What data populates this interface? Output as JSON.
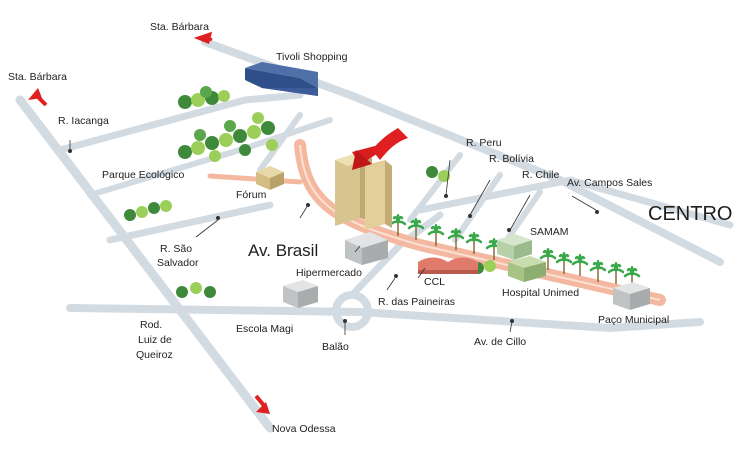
{
  "labels": {
    "sta_barbara_top": "Sta. Bárbara",
    "sta_barbara_left": "Sta. Bárbara",
    "tivoli_shopping": "Tivoli Shopping",
    "r_iacanga": "R. Iacanga",
    "parque_ecologico": "Parque Ecológico",
    "r_peru": "R. Peru",
    "r_bolivia": "R. Bolívia",
    "r_chile": "R. Chile",
    "av_campos_sales": "Av. Campos Sales",
    "centro": "CENTRO",
    "forum": "Fórum",
    "samam": "SAMAM",
    "av_brasil": "Av. Brasil",
    "r_sao_salvador_1": "R. São",
    "r_sao_salvador_2": "Salvador",
    "hipermercado": "Hipermercado",
    "ccl": "CCL",
    "hospital_unimed": "Hospital Unimed",
    "r_das_paineiras": "R. das Paineiras",
    "escola_magi": "Escola Magi",
    "paco_municipal": "Paço Municipal",
    "rod_1": "Rod.",
    "rod_2": "Luiz de",
    "rod_3": "Queiroz",
    "balao": "Balão",
    "av_de_cillo": "Av. de Cillo",
    "nova_odessa": "Nova Odessa"
  },
  "colors": {
    "road": "#d3dbe2",
    "avenue": "#f4b8a0",
    "arrow": "#e02020",
    "tree_dark": "#3f8a3a",
    "tree_light": "#9ccf5a",
    "palm": "#3aa84a",
    "building_tan": "#e3cf9a",
    "building_blue": "#4f6fa8",
    "building_grey": "#c9cbcc",
    "building_green": "#a8c79a"
  },
  "icons": [
    "red-arrow-icon",
    "tree-cluster-icon",
    "palm-tree-icon",
    "building-icon"
  ]
}
